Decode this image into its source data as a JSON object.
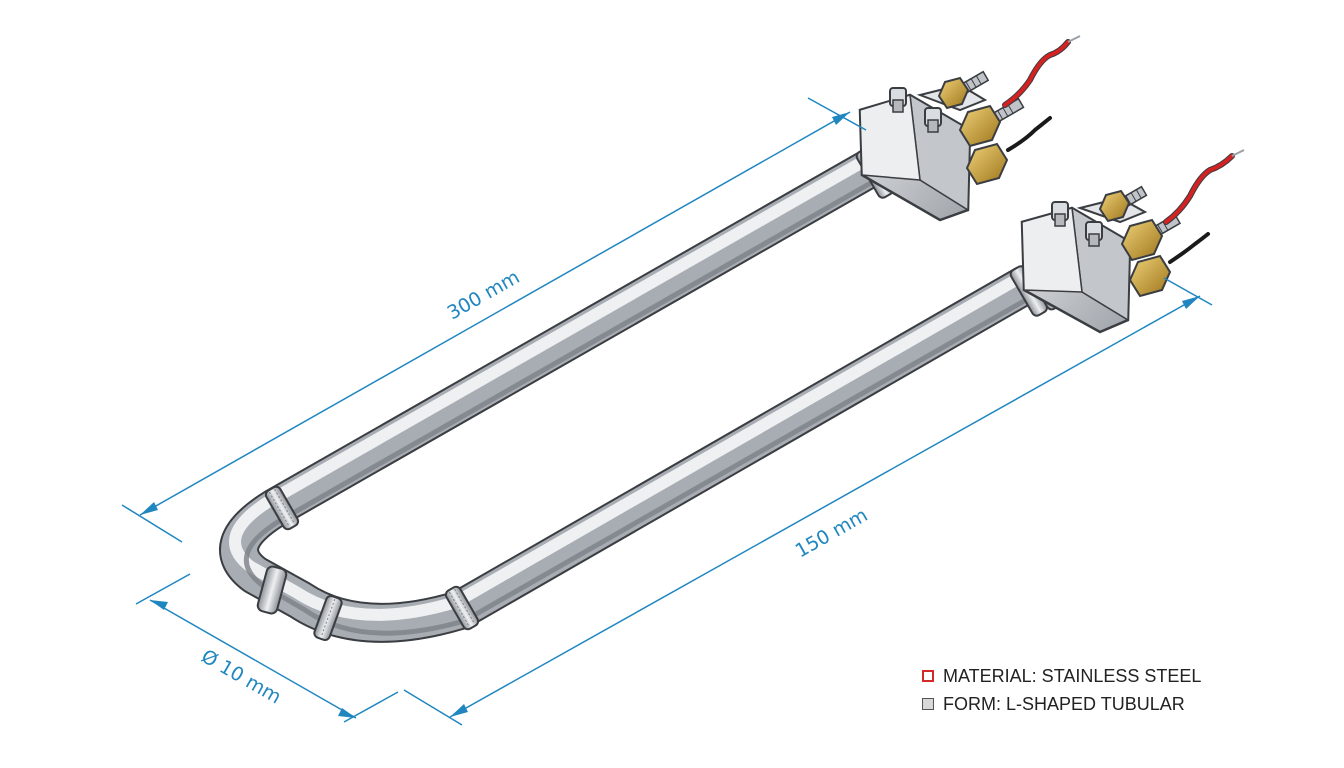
{
  "dimensions": {
    "length_long": "300 mm",
    "length_short": "150 mm",
    "diameter": "Ø 10 mm"
  },
  "legend": [
    {
      "text": "MATERIAL: STAINLESS STEEL",
      "marker_color": "#d42a2a",
      "marker_fill": "#ffffff"
    },
    {
      "text": "FORM: L-SHAPED TUBULAR",
      "marker_color": "#555555",
      "marker_fill": "#d8d8d8"
    }
  ],
  "colors": {
    "dimension": "#1f86c0",
    "steel_light": "#f2f3f5",
    "steel_dark": "#6f747a",
    "brass": "#c49a2c",
    "wire_red": "#d42222",
    "wire_black": "#1a1a1a"
  }
}
